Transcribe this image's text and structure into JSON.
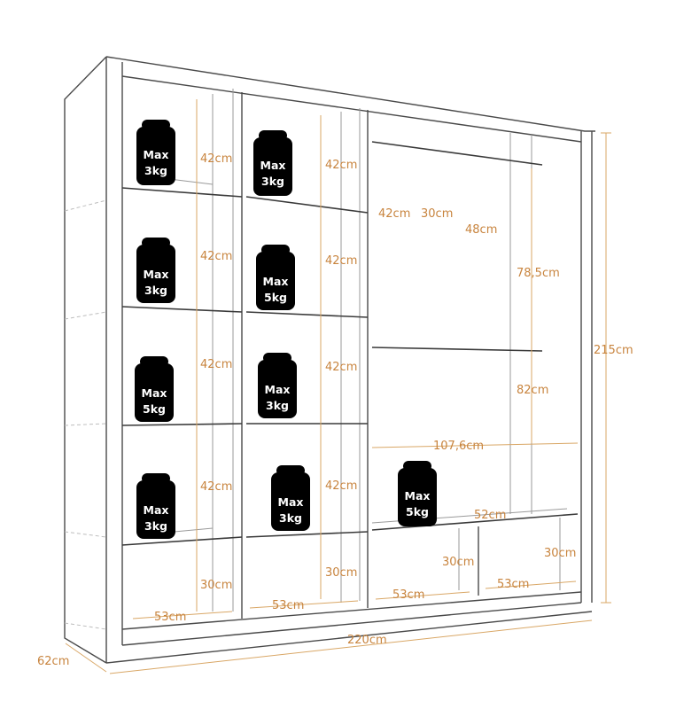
{
  "dimensions": {
    "total_height": "215cm",
    "total_width": "220cm",
    "depth": "62cm",
    "compartment_height": "42cm",
    "drawer_height": "30cm",
    "compartment_width": "53cm",
    "hanging_depth": "30cm",
    "hanging_width_left": "42cm",
    "rail_section": "48cm",
    "upper_hanging_height": "78,5cm",
    "lower_hanging_height": "82cm",
    "hanging_area_width": "107,6cm",
    "shelf_width": "52cm"
  },
  "weights": {
    "w3": "3kg",
    "w5": "5kg",
    "max": "Max"
  }
}
